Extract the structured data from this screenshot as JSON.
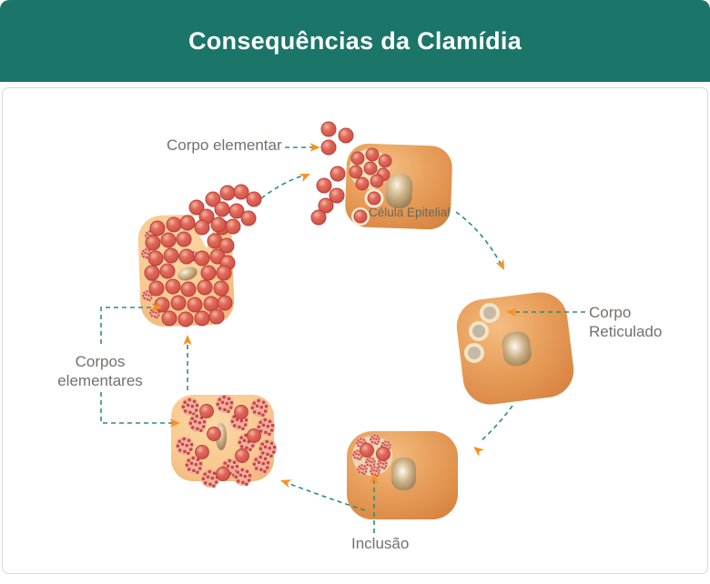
{
  "header": {
    "title": "Consequências da Clamídia"
  },
  "labels": {
    "corpo_elementar": "Corpo elementar",
    "celula_epitelial": "Célula Epitelial",
    "corpo_reticulado_line1": "Corpo",
    "corpo_reticulado_line2": "Reticulado",
    "inclusao": "Inclusão",
    "corpos_elementares_line1": "Corpos",
    "corpos_elementares_line2": "elementares"
  },
  "colors": {
    "header_bg": "#1b7569",
    "panel_border": "#d9d9d9",
    "label_text": "#757069",
    "celula_label_text": "#6b695e",
    "arrow_line": "#2f8c7e",
    "arrow_head": "#f6921e",
    "cell_orange": "#e89f5b",
    "cell_peach": "#f9c98f",
    "dot_red": "#d14b45",
    "nucleus_brown": "#a98a63",
    "inclusion_cream": "#f7e3bd"
  }
}
